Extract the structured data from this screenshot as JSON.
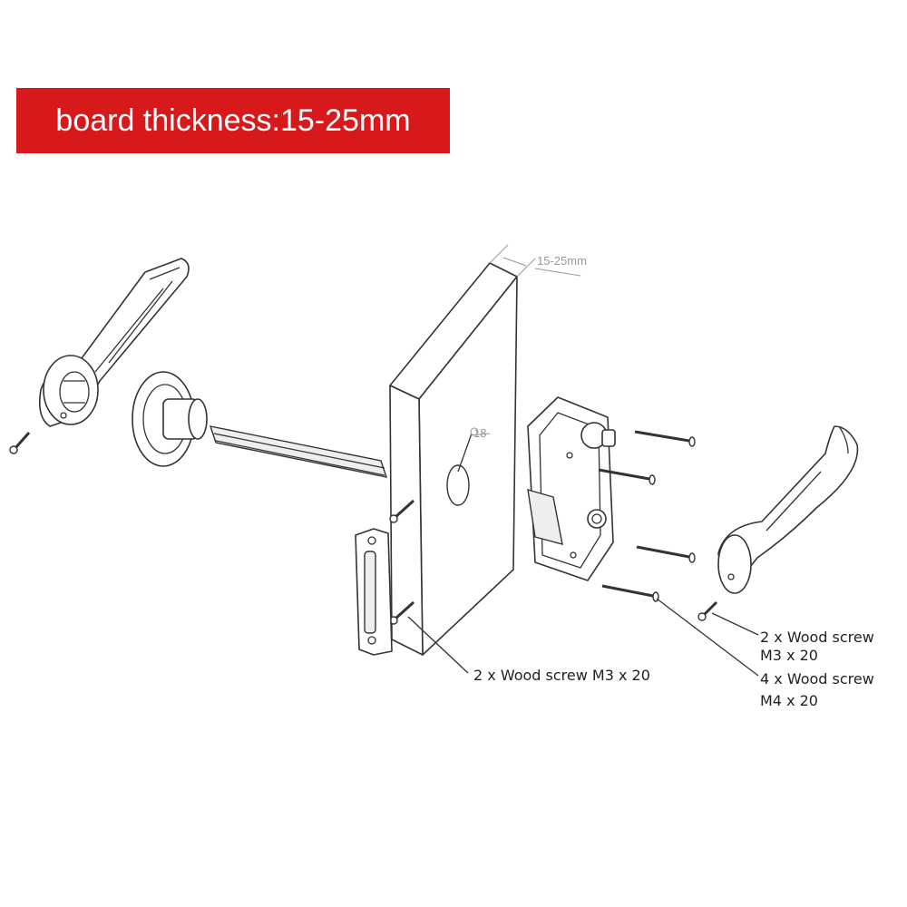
{
  "banner": {
    "text": "board thickness:15-25mm",
    "color": "#d7191c"
  },
  "dimensions": {
    "board_thickness": "15-25mm",
    "hole_diameter": "18"
  },
  "callouts": {
    "strike_screws": "2 x Wood screw M3 x 20",
    "handle_screw_line1": "2 x Wood screw",
    "handle_screw_line2": "M3 x 20",
    "lock_screws_line1": "4 x Wood screw",
    "lock_screws_line2": "M4 x 20"
  }
}
